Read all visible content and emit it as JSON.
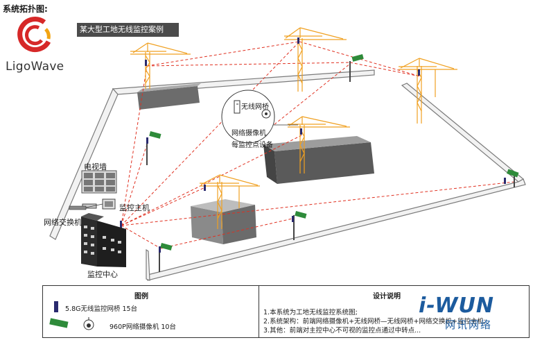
{
  "header": {
    "topology_title": "系统拓扑图:",
    "case_title": "某大型工地无线监控案例"
  },
  "logo": {
    "text": "LigoWave"
  },
  "diagram_labels": {
    "video_wall": "电视墙",
    "monitor_host": "监控主机",
    "network_switch": "网络交换机",
    "monitor_center": "监控中心",
    "callout_bridge": "无线网桥",
    "callout_camera": "网络摄像机",
    "callout_caption": "每监控点设备"
  },
  "legend": {
    "title": "图例",
    "items": [
      {
        "icon": "wireless-bridge-icon",
        "text": "5.8G无线监控网桥  15台"
      },
      {
        "icon": "network-camera-icon",
        "text": "960P网络摄像机  10台"
      }
    ]
  },
  "design_notes": {
    "title": "设计说明",
    "lines": [
      "1.本系统为工地无线监控系统图;",
      "2.系统架构：前端网络摄像机+无线网桥—无线网桥+网络交换机+监控主机;",
      "3.其他：前端对主控中心不可视的监控点通过中转点..."
    ]
  },
  "brand": {
    "main": "i-WUN",
    "sub": "网讯网络"
  },
  "colors": {
    "crane": "#f0a020",
    "link": "#e03020",
    "camera": "#2e8b3a",
    "bridge": "#2a2a6e",
    "wall": "#9a9a9a",
    "building": "#555555",
    "brand": "#1c5b9e"
  }
}
